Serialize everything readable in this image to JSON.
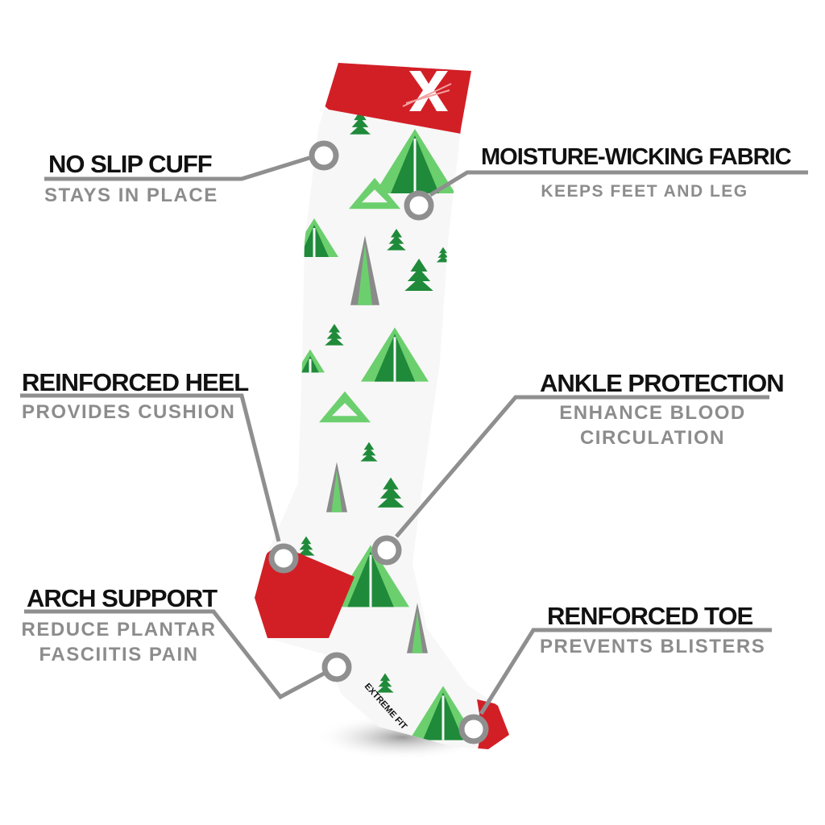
{
  "brand": {
    "logo_text": "X",
    "sock_print": "EXTREME FIT"
  },
  "colors": {
    "red": "#d21f26",
    "dark_green": "#1f8a3a",
    "light_green": "#6ccf6e",
    "gray": "#8a8a8a",
    "line": "#8f8f8f"
  },
  "callouts": [
    {
      "title": "NO SLIP CUFF",
      "lines": [
        "STAYS IN PLACE"
      ]
    },
    {
      "title": "MOISTURE-WICKING FABRIC",
      "lines": [
        "KEEPS FEET AND LEG"
      ]
    },
    {
      "title": "REINFORCED HEEL",
      "lines": [
        "PROVIDES CUSHION"
      ]
    },
    {
      "title": "ANKLE PROTECTION",
      "lines": [
        "ENHANCE BLOOD",
        "CIRCULATION"
      ]
    },
    {
      "title": "ARCH SUPPORT",
      "lines": [
        "REDUCE PLANTAR",
        "FASCIITIS PAIN"
      ]
    },
    {
      "title": "RENFORCED TOE",
      "lines": [
        "PREVENTS BLISTERS"
      ]
    }
  ]
}
